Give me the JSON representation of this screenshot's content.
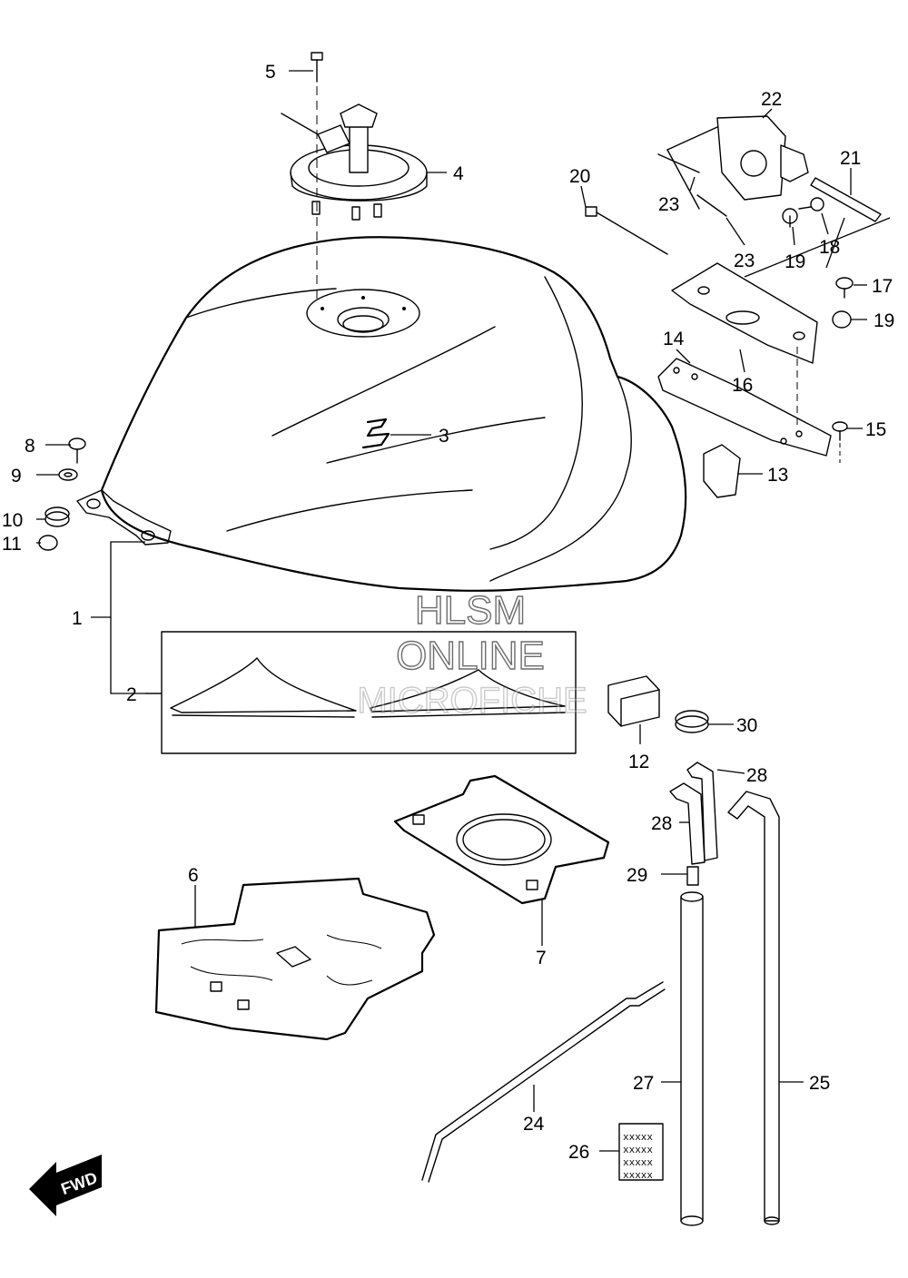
{
  "watermark": {
    "line1": "HLSM",
    "line2": "ONLINE",
    "line3": "MICROFICHE"
  },
  "direction_arrow": {
    "label": "FWD",
    "icon": "forward-arrow-icon"
  },
  "callouts": {
    "c1": "1",
    "c2": "2",
    "c3": "3",
    "c4": "4",
    "c5": "5",
    "c6": "6",
    "c7": "7",
    "c8": "8",
    "c9": "9",
    "c10": "10",
    "c11": "11",
    "c12": "12",
    "c13": "13",
    "c14": "14",
    "c15": "15",
    "c16": "16",
    "c17": "17",
    "c18": "18",
    "c19a": "19",
    "c19b": "19",
    "c20": "20",
    "c21": "21",
    "c22": "22",
    "c23a": "23",
    "c23b": "23",
    "c24": "24",
    "c25": "25",
    "c26": "26",
    "c27": "27",
    "c28a": "28",
    "c28b": "28",
    "c29": "29",
    "c30": "30"
  }
}
